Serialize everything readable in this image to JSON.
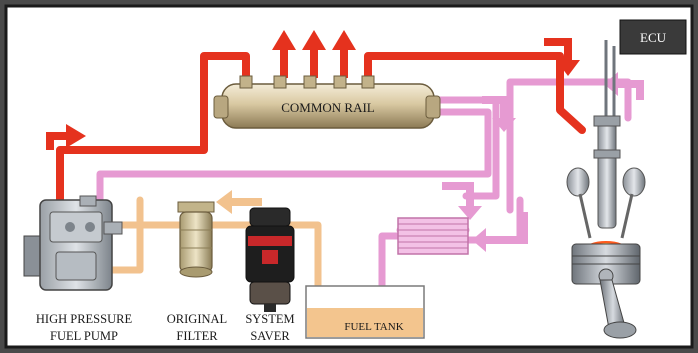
{
  "labels": {
    "common_rail": "COMMON RAIL",
    "ecu": "ECU",
    "fuel_tank": "FUEL TANK",
    "pump_line1": "HIGH PRESSURE",
    "pump_line2": "FUEL PUMP",
    "filter_line1": "ORIGINAL",
    "filter_line2": "FILTER",
    "saver_line1": "SYSTEM",
    "saver_line2": "SAVER"
  },
  "colors": {
    "high_pressure": "#e5321e",
    "return_line": "#e69ad2",
    "supply_line": "#f2c28e",
    "frame": "#1a1a1a",
    "ecu_box": "#3a3a3a",
    "tank_fuel": "#f3c58e"
  },
  "components": {
    "pump_icon": "high-pressure-pump",
    "filter_icon": "fuel-filter",
    "saver_icon": "system-saver-filter",
    "cooler_icon": "fuel-cooler",
    "engine_icon": "injector-piston"
  }
}
